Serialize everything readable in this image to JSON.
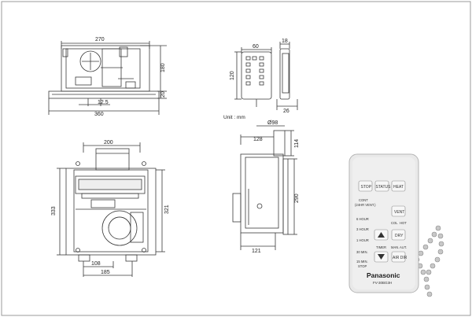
{
  "frame_color": "#9a9a9a",
  "line_color": "#3a3a3a",
  "top_unit": {
    "width": "270",
    "height_right": "180",
    "flange_height": "20",
    "offset": "12.5",
    "overall_width": "360"
  },
  "controller": {
    "width": "60",
    "height": "120",
    "depth": "18",
    "side_depth": "26"
  },
  "unit_note": "Unit : mm",
  "front_view": {
    "duct_width": "200",
    "overall_height": "333",
    "inner_height": "321",
    "bottom_left": "108",
    "bottom_total": "185"
  },
  "side_view": {
    "duct_diameter": "Ø98",
    "duct_offset": "128",
    "duct_height": "114",
    "body_height": "290",
    "bottom_width": "121"
  },
  "remote": {
    "buttons": {
      "stop": "STOP",
      "status": "STATUS",
      "heat": "HEAT",
      "vent": "VENT",
      "dry": "DRY",
      "air_dir": "AIR DIR"
    },
    "labels": {
      "cont": "CONT",
      "cont_sub": "(24HR VENT.)",
      "h6": "6 HOUR",
      "h3": "3 HOUR",
      "h1": "1 HOUR",
      "m30": "30 MIN.",
      "m15": "15 MIN.",
      "stop_small": "STOP",
      "timer": "TIMER",
      "col": "COL",
      "hot": "HOT",
      "man": "MAN.",
      "aut": "AUT."
    },
    "brand": "Panasonic",
    "model": "FV-30BG3H"
  }
}
